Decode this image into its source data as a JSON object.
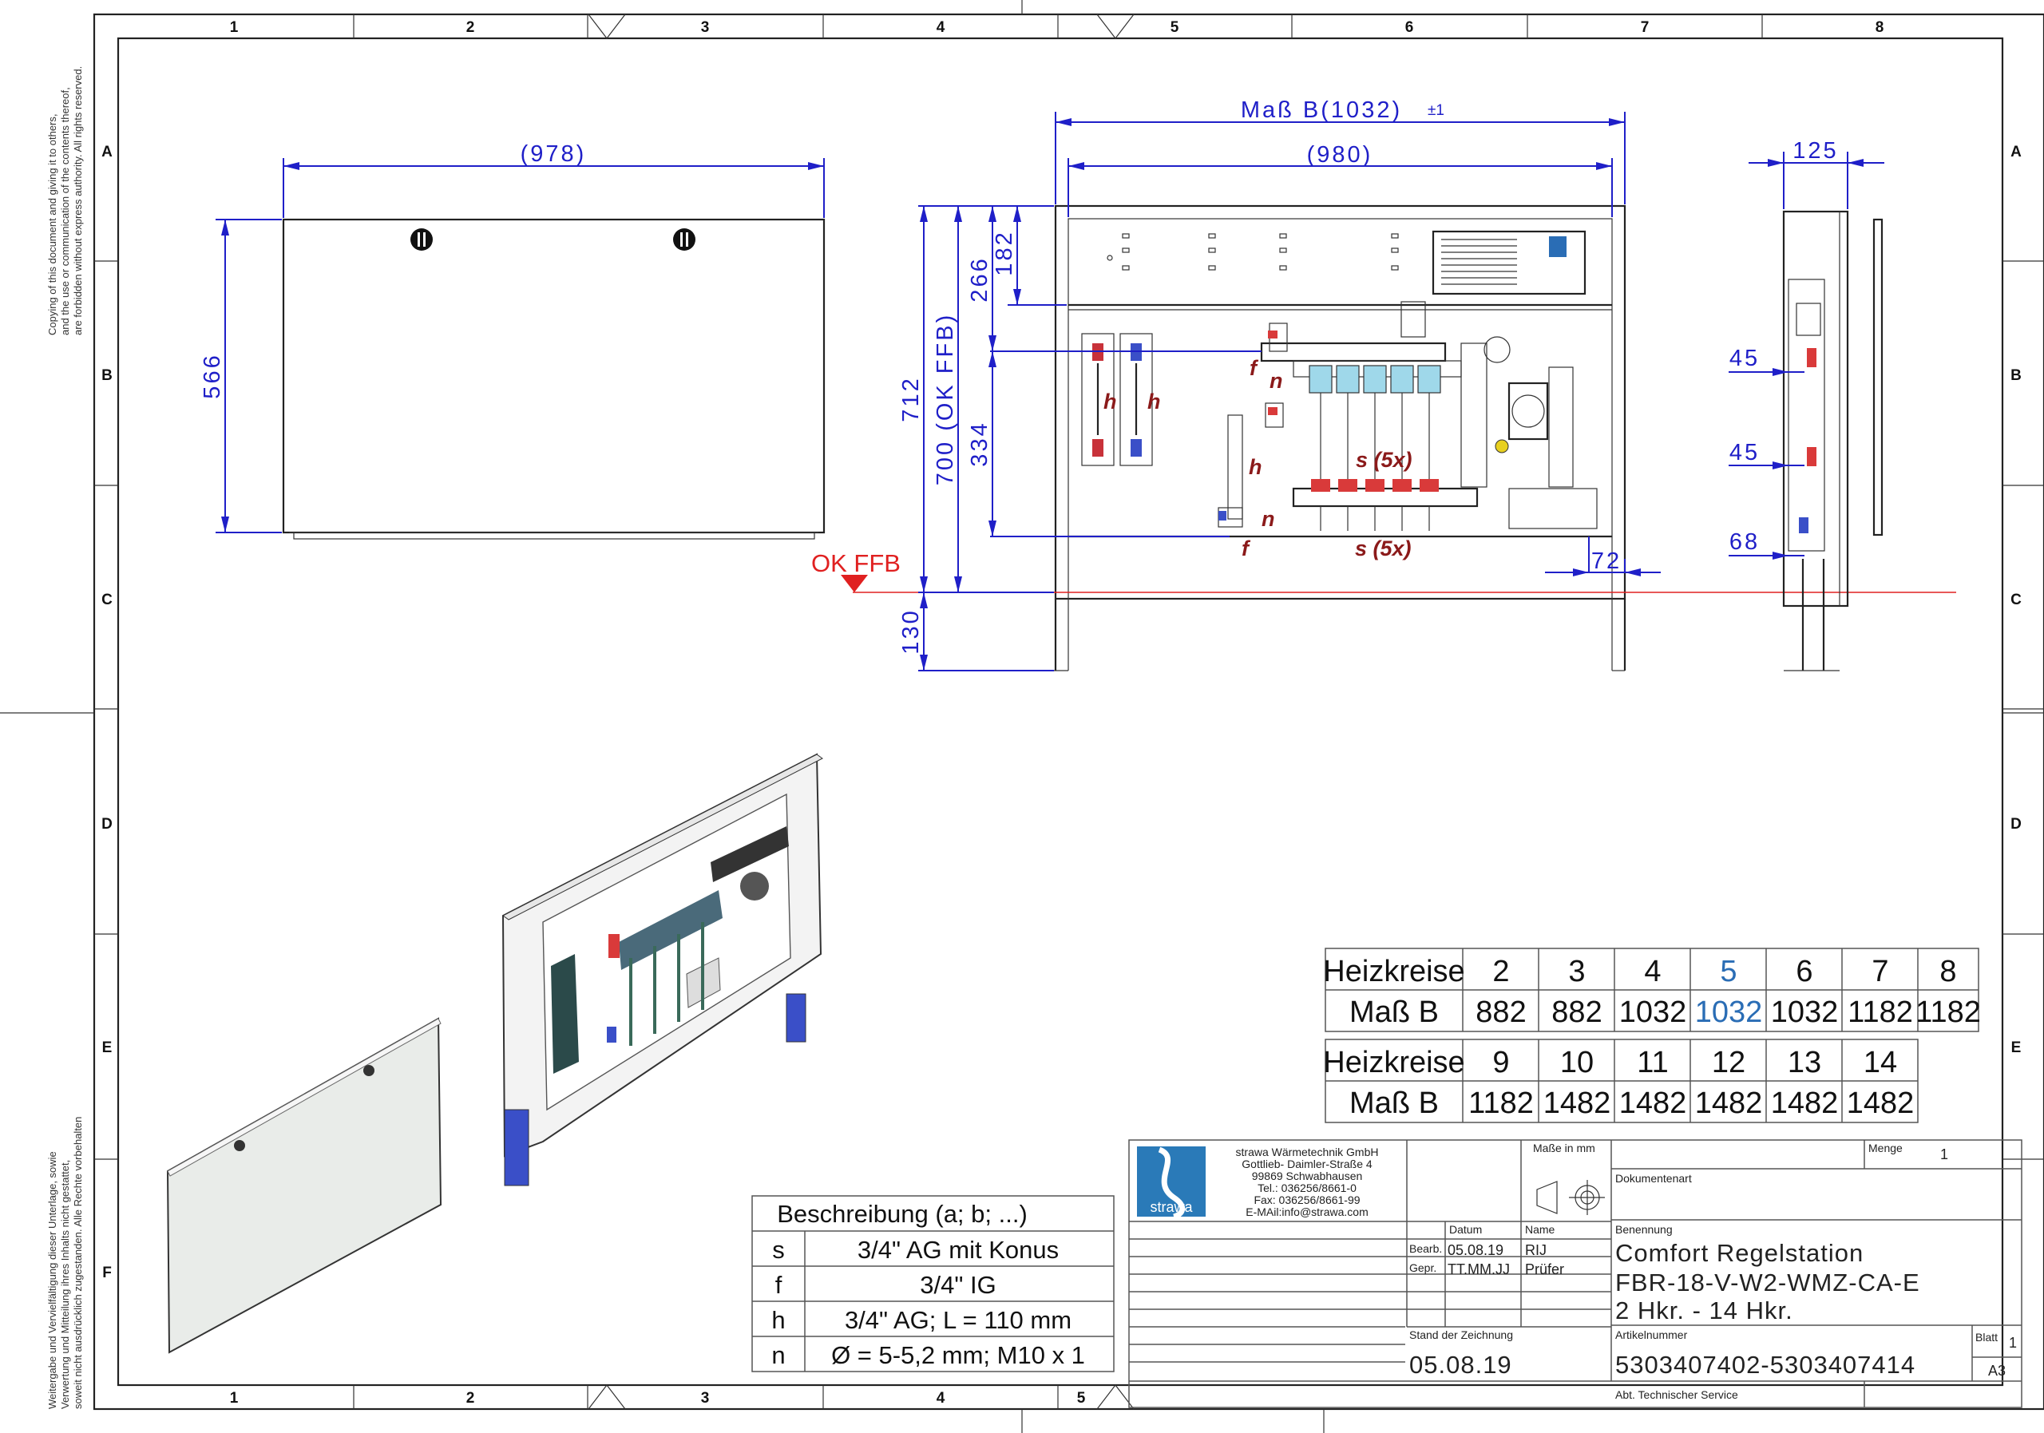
{
  "border": {
    "columns": [
      "1",
      "2",
      "3",
      "4",
      "5",
      "6",
      "7",
      "8"
    ],
    "rows": [
      "A",
      "B",
      "C",
      "D",
      "E",
      "F"
    ],
    "bottom_columns": [
      "1",
      "2",
      "3",
      "4",
      "5"
    ]
  },
  "notes": {
    "copyright": [
      "Copying of this document and giving it to others,",
      "and the use or communication of the contents thereof,",
      "are forbidden without express authority. All rights reserved."
    ],
    "weitergabe": [
      "Weitergabe und Vervielfältigung dieser Unterlage, sowie",
      "Verwertung und Mitteilung ihres Inhalts nicht gestattet,",
      "soweit nicht ausdrücklich zugestanden. Alle Rechte vorbehalten"
    ]
  },
  "front_cover": {
    "width_dim": "(978)",
    "height_dim": "566"
  },
  "front_view": {
    "width_dim": "Maß B(1032)",
    "width_tol": "±1",
    "inner_width_dim": "(980)",
    "dim_712": "712",
    "dim_700": "700 (OK FFB)",
    "dim_266": "266",
    "dim_182": "182",
    "dim_334": "334",
    "dim_130": "130",
    "dim_72": "72",
    "ok_ffb": "OK FFB",
    "labels": {
      "f1": "f",
      "n1": "n",
      "h1": "h",
      "h2": "h",
      "h3": "h",
      "s_top": "s (5x)",
      "n2": "n",
      "f2": "f",
      "s_bottom": "s (5x)"
    }
  },
  "side_view": {
    "dim_125": "125",
    "dim_45a": "45",
    "dim_45b": "45",
    "dim_68": "68"
  },
  "size_table": {
    "row1_label": "Heizkreise",
    "row1_values": [
      "2",
      "3",
      "4",
      "5",
      "6",
      "7",
      "8"
    ],
    "row2_label": "Maß B",
    "row2_values": [
      "882",
      "882",
      "1032",
      "1032",
      "1032",
      "1182",
      "1182"
    ],
    "row3_label": "Heizkreise",
    "row3_values": [
      "9",
      "10",
      "11",
      "12",
      "13",
      "14"
    ],
    "row4_label": "Maß B",
    "row4_values": [
      "1182",
      "1482",
      "1482",
      "1482",
      "1482",
      "1482"
    ],
    "highlight_color": "#2a6db5"
  },
  "description_table": {
    "header": "Beschreibung (a; b; ...)",
    "rows": [
      {
        "key": "s",
        "text": "3/4\" AG mit Konus"
      },
      {
        "key": "f",
        "text": "3/4\" IG"
      },
      {
        "key": "h",
        "text": "3/4\" AG; L = 110 mm"
      },
      {
        "key": "n",
        "text": "Ø = 5-5,2 mm; M10 x 1"
      }
    ]
  },
  "title_block": {
    "logo_text": "strawa",
    "company": [
      "strawa Wärmetechnik GmbH",
      "Gottlieb- Daimler-Straße 4",
      "99869 Schwabhausen",
      "Tel.: 036256/8661-0",
      "Fax: 036256/8661-99",
      "E-MAil:info@strawa.com"
    ],
    "masse_label": "Maße in mm",
    "menge_label": "Menge",
    "menge_value": "1",
    "dokumentenart_label": "Dokumentenart",
    "datum_label": "Datum",
    "name_label": "Name",
    "bearb_label": "Bearb.",
    "bearb_date": "05.08.19",
    "bearb_name": "RIJ",
    "gepr_label": "Gepr.",
    "gepr_date": "TT.MM.JJ",
    "gepr_name": "Prüfer",
    "benennung_label": "Benennung",
    "title1": "Comfort Regelstation",
    "title2": "FBR-18-V-W2-WMZ-CA-E",
    "title3": "2 Hkr. - 14 Hkr.",
    "stand_label": "Stand der Zeichnung",
    "stand_value": "05.08.19",
    "artikel_label": "Artikelnummer",
    "artikel_value": "5303407402-5303407414",
    "blatt_label": "Blatt",
    "blatt_value": "1",
    "format": "A3",
    "abt": "Abt. Technischer Service"
  },
  "colors": {
    "dimension": "#1f1fc8",
    "floor_line": "#e02020",
    "logo": "#2a7ab8"
  }
}
